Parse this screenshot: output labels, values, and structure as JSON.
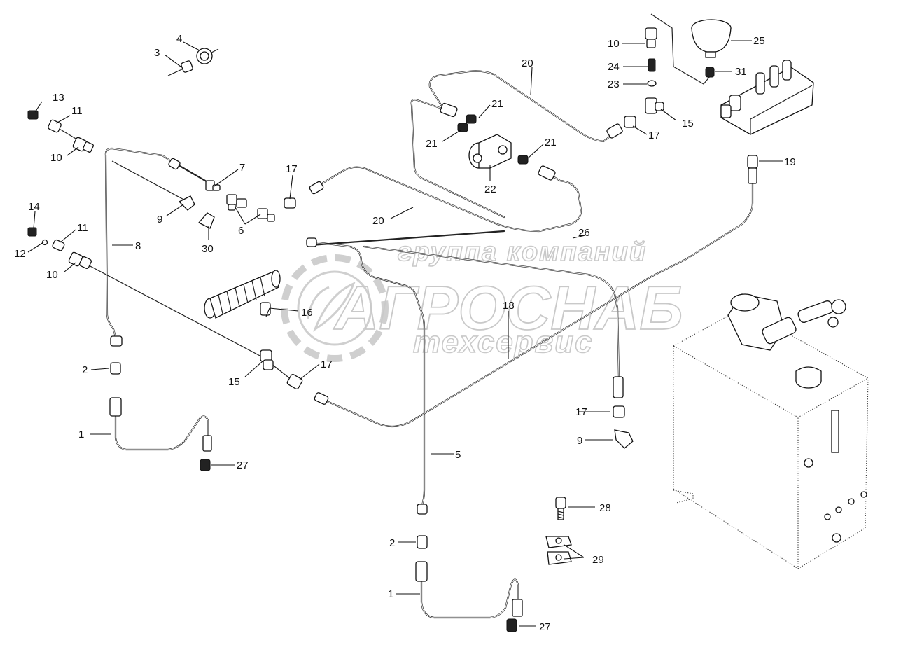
{
  "watermark": {
    "line1": "группа компаний",
    "line2": "АГРОСНАБ",
    "line3": "техсервис"
  },
  "callouts": {
    "c1a": "1",
    "c1b": "1",
    "c2a": "2",
    "c2b": "2",
    "c3": "3",
    "c4": "4",
    "c5": "5",
    "c6": "6",
    "c7": "7",
    "c8": "8",
    "c9a": "9",
    "c9b": "9",
    "c10a": "10",
    "c10b": "10",
    "c10c": "10",
    "c11a": "11",
    "c11b": "11",
    "c12": "12",
    "c13": "13",
    "c14": "14",
    "c15a": "15",
    "c15b": "15",
    "c16": "16",
    "c17a": "17",
    "c17b": "17",
    "c17c": "17",
    "c17d": "17",
    "c18": "18",
    "c19": "19",
    "c20a": "20",
    "c20b": "20",
    "c21a": "21",
    "c21b": "21",
    "c21c": "21",
    "c22": "22",
    "c23": "23",
    "c24": "24",
    "c25": "25",
    "c26": "26",
    "c27a": "27",
    "c27b": "27",
    "c28": "28",
    "c29": "29",
    "c30": "30",
    "c31": "31"
  }
}
